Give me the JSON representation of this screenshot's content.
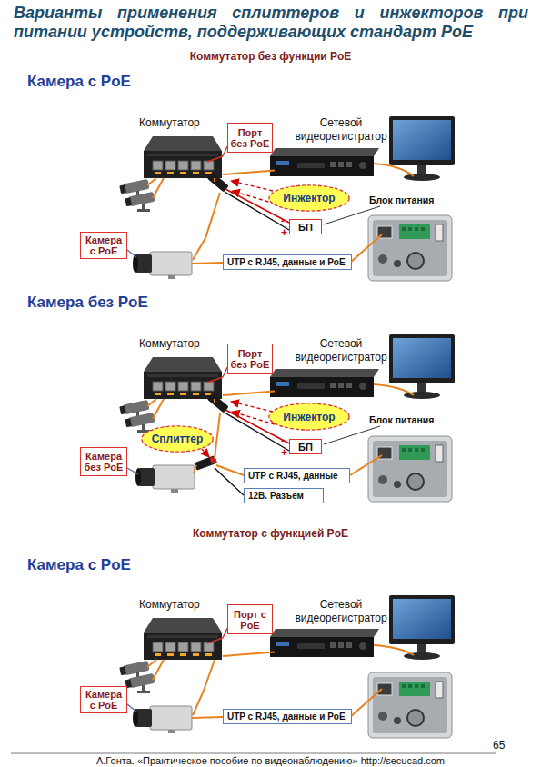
{
  "diagram": {
    "title": "Варианты применения сплиттеров и инжекторов при питании устройств, поддерживающих стандарт PoE",
    "nodes": [
      {
        "text": [
          "Коммутатор"
        ]
      },
      {
        "text": [
          "Порт без PoE"
        ]
      },
      {
        "text": [
          "Сетевой видеорегистратор"
        ]
      },
      {
        "text": [
          "Инжектор"
        ]
      },
      {
        "text": [
          "БП"
        ]
      },
      {
        "text": [
          "Камера с PoE"
        ]
      },
      {
        "text": [
          "UTP с RJ45, данные и PoE"
        ]
      },
      {
        "text": [
          "Коммутатор"
        ]
      },
      {
        "text": [
          "Порт без PoE"
        ]
      },
      {
        "text": [
          "Сетевой видеорегистратор"
        ]
      },
      {
        "text": [
          "Инжектор"
        ]
      },
      {
        "text": [
          "БП"
        ]
      },
      {
        "text": [
          "Сплиттер"
        ]
      },
      {
        "text": [
          "Камера без PoE"
        ]
      },
      {
        "text": [
          "UTP с RJ45, данные"
        ]
      },
      {
        "text": [
          "12В. Разъем"
        ]
      },
      {
        "text": [
          "Коммутатор"
        ]
      },
      {
        "text": [
          "Порт с PoE"
        ]
      },
      {
        "text": [
          "Сетевой видеорегистратор"
        ]
      },
      {
        "text": [
          "Камера с PoE"
        ]
      },
      {
        "text": [
          "UTP с RJ45, данные и PoE"
        ]
      }
    ],
    "edges": [
      {
        "from": 1,
        "to": 0,
        "arrow": "none"
      },
      {
        "from": 0,
        "to": 2,
        "arrow": "none"
      },
      {
        "from": 8,
        "to": 7,
        "arrow": "none"
      },
      {
        "from": 7,
        "to": 9,
        "arrow": "none"
      },
      {
        "from": 17,
        "to": 16,
        "arrow": "none"
      },
      {
        "from": 16,
        "to": 18,
        "arrow": "none"
      }
    ],
    "labels": [
      "Коммутатор без функции PoE",
      "Камера с PoE",
      "Блок питания",
      "-",
      "+",
      "Камера без PoE",
      "Блок питания",
      "-",
      "+",
      "Коммутатор с функцией PoE",
      "Камера с PoE",
      "65",
      "А.Гонта. «Практическое пособие по видеонаблюдению» http://secucad.com"
    ]
  }
}
